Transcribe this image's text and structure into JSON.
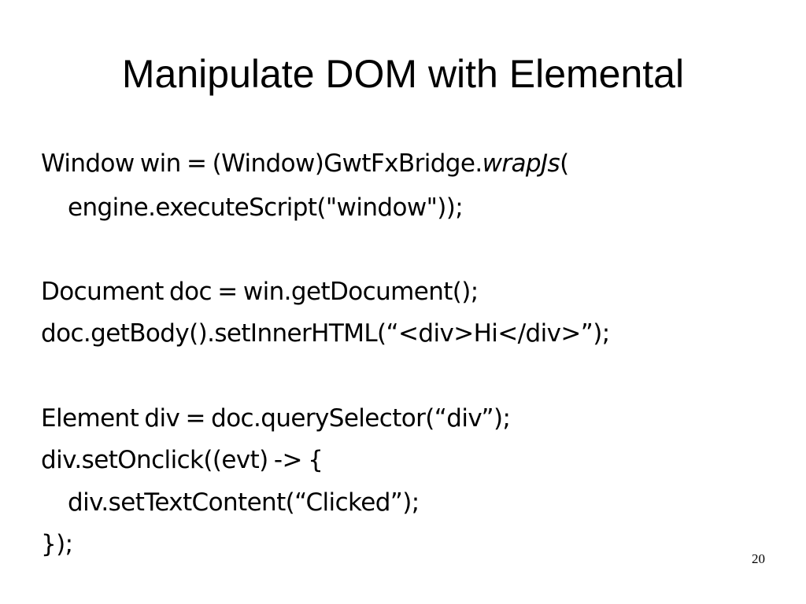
{
  "slide": {
    "title": "Manipulate DOM with Elemental",
    "code": {
      "line1_pre": "Window win = (Window)GwtFxBridge.",
      "line1_italic": "wrapJs",
      "line1_post": "(",
      "line2": "engine.executeScript(\"window\"));",
      "line3": "Document doc = win.getDocument();",
      "line4": "doc.getBody().setInnerHTML(“<div>Hi</div>”);",
      "line5": "Element div = doc.querySelector(“div”);",
      "line6": "div.setOnclick((evt) -> {",
      "line7": "div.setTextContent(“Clicked”);",
      "line8": "});"
    },
    "page_number": "20"
  }
}
